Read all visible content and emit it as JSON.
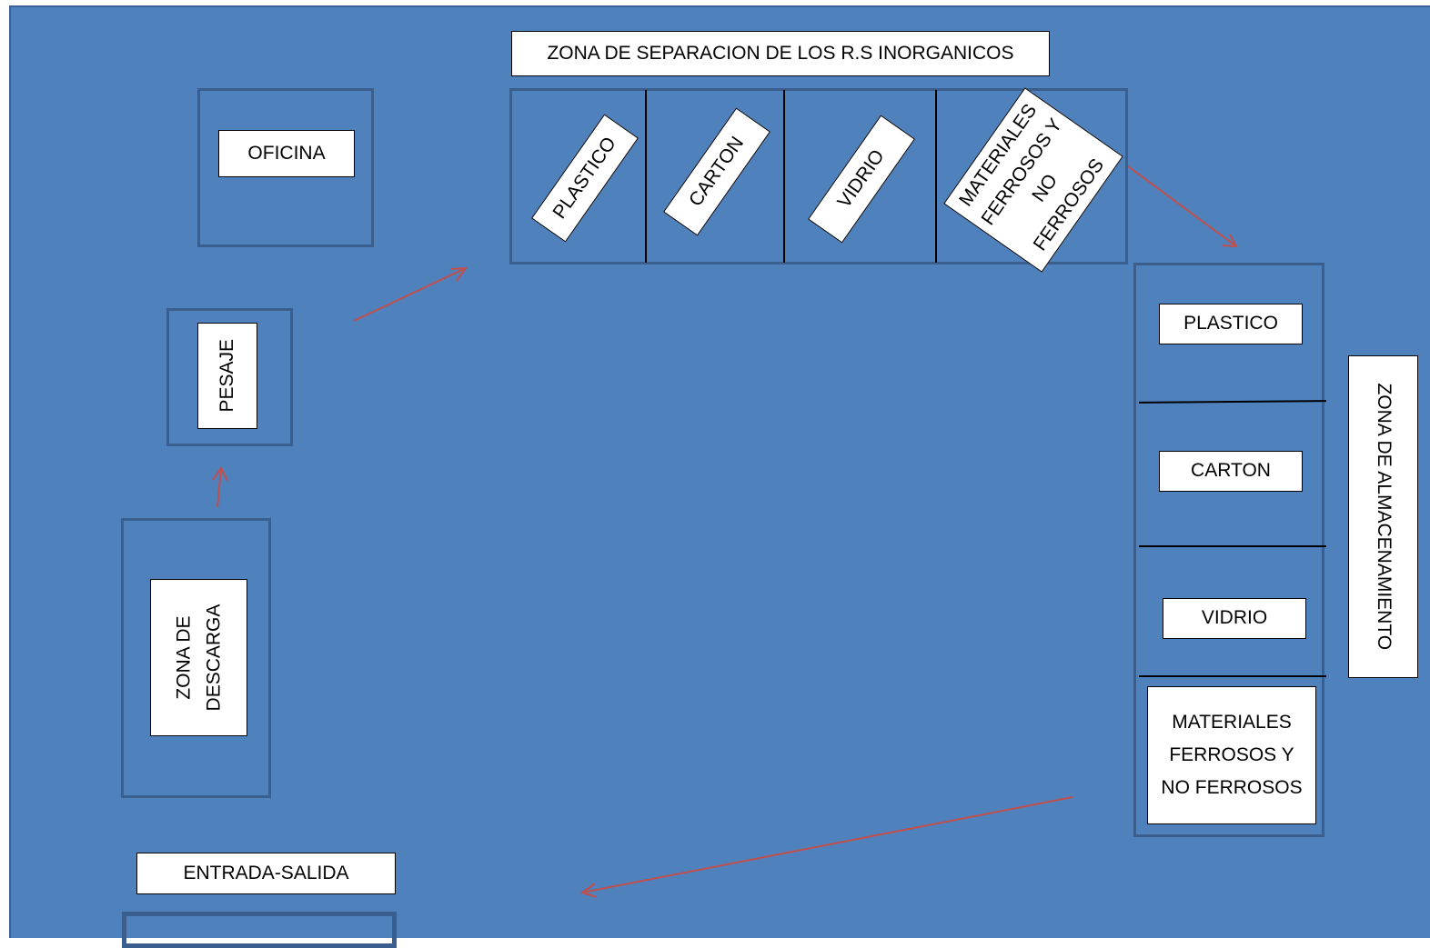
{
  "diagram": {
    "separation_zone_title": "ZONA DE SEPARACION DE LOS R.S INORGANICOS",
    "office": "OFICINA",
    "weighing": "PESAJE",
    "unloading_zone": "ZONA DE DESCARGA",
    "entrance_exit": "ENTRADA-SALIDA",
    "separation_bins": [
      "PLASTICO",
      "CARTON",
      "VIDRIO",
      "MATERIALES FERROSOS Y NO FERROSOS"
    ],
    "storage_bins": [
      "PLASTICO",
      "CARTON",
      "VIDRIO",
      "MATERIALES FERROSOS Y NO FERROSOS"
    ],
    "storage_zone_title": "ZONA DE ALMACENAMIENTO",
    "colors": {
      "background": "#4f81bd",
      "zone_border": "#3a5f8f",
      "arrow": "#c0504d",
      "label_fill": "#ffffff"
    }
  }
}
